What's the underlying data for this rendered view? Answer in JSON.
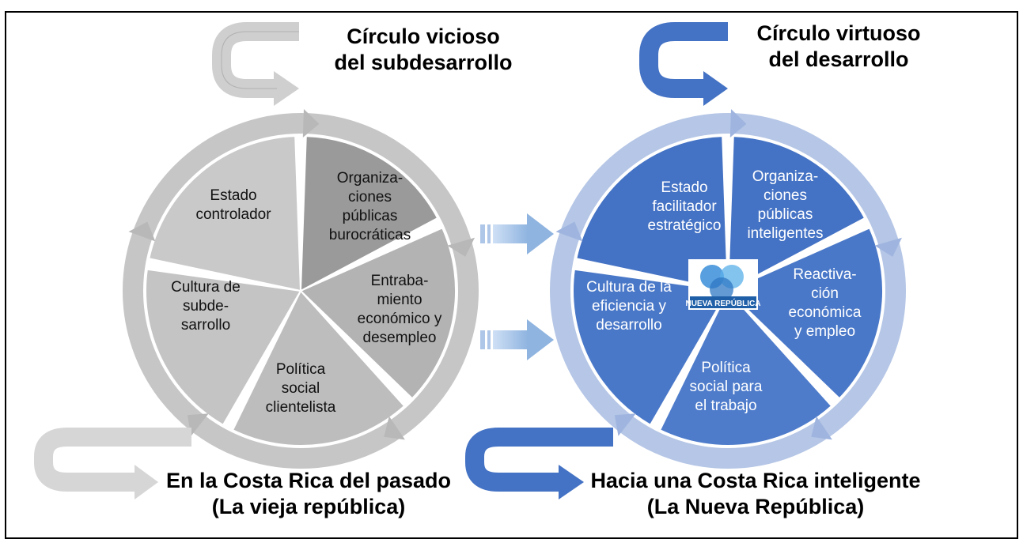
{
  "top_cut_text": "",
  "left": {
    "heading_line1": "Círculo vicioso",
    "heading_line2": "del subdesarrollo",
    "footer_line1": "En la Costa Rica del pasado",
    "footer_line2": "(La vieja república)",
    "segments": {
      "top_left": [
        "Estado",
        "controlador"
      ],
      "top_right": [
        "Organiza-",
        "ciones",
        "públicas",
        "burocráticas"
      ],
      "right": [
        "Entraba-",
        "miento",
        "económico y",
        "desempleo"
      ],
      "bottom": [
        "Política",
        "social",
        "clientelista"
      ],
      "left": [
        "Cultura de",
        "subde-",
        "sarrollo"
      ]
    }
  },
  "right": {
    "heading_line1": "Círculo virtuoso",
    "heading_line2": "del desarrollo",
    "footer_line1": "Hacia una Costa Rica inteligente",
    "footer_line2": "(La Nueva República)",
    "logo_text": "NUEVA REPÚBLICA",
    "segments": {
      "top_left": [
        "Estado",
        "facilitador",
        "estratégico"
      ],
      "top_right": [
        "Organiza-",
        "ciones",
        "públicas",
        "inteligentes"
      ],
      "right": [
        "Reactiva-",
        "ción",
        "económica",
        "y empleo"
      ],
      "bottom": [
        "Política",
        "social para",
        "el trabajo"
      ],
      "left": [
        "Cultura de la",
        "eficiencia y",
        "desarrollo"
      ]
    }
  },
  "colors": {
    "gray_light": "#c8c8c8",
    "gray_mid": "#aaaaaa",
    "gray_dark": "#8f8f8f",
    "blue_main": "#4472c4",
    "blue_light": "#8faadc",
    "blue_ring": "#a9bde3"
  }
}
